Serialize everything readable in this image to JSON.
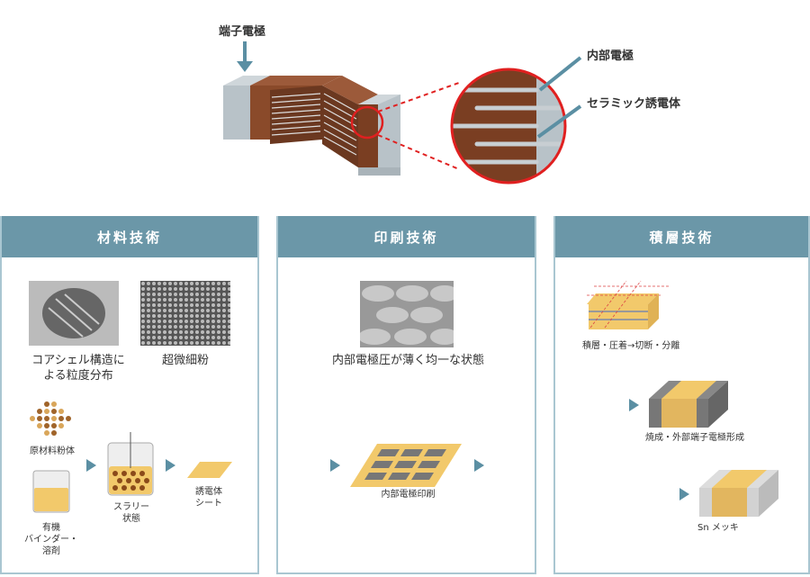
{
  "top": {
    "terminal_electrode": "端子電極",
    "internal_electrode": "内部電極",
    "ceramic_dielectric": "セラミック誘電体"
  },
  "panels": [
    {
      "title": "材料技術",
      "photo1_caption": "コアシェル構造に\nよる粒度分布",
      "photo2_caption": "超微細粉",
      "raw_powder": "原材料粉体",
      "binder": "有機\nバインダー・\n溶剤",
      "slurry": "スラリー\n状態",
      "sheet": "誘電体\nシート"
    },
    {
      "title": "印刷技術",
      "photo_caption": "内部電極圧が薄く均一な状態",
      "print_label": "内部電極印刷"
    },
    {
      "title": "積層技術",
      "step1": "積層・圧着→切断・分離",
      "step2": "焼成・外部端子電極形成",
      "step3": "Sn メッキ"
    }
  ],
  "colors": {
    "header": "#6b97a8",
    "arrow": "#5b8fa3",
    "gold": "#f2c96b",
    "brown": "#8a4a2a",
    "red": "#e02020"
  }
}
